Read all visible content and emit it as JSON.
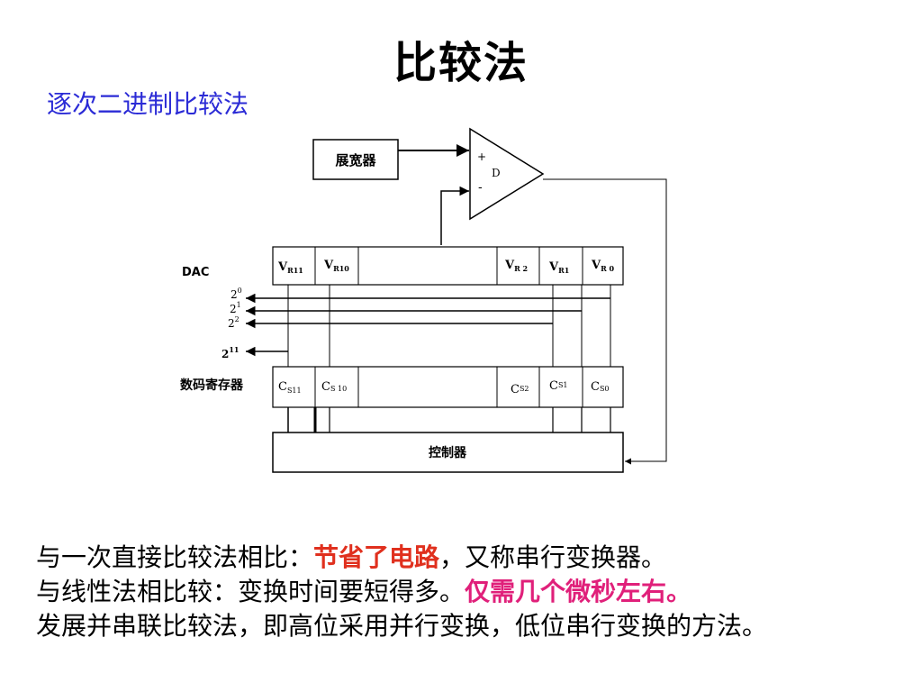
{
  "title": "比较法",
  "subtitle": "逐次二进制比较法",
  "diagram": {
    "expander_label": "展宽器",
    "comparator_label": "D",
    "plus_sign": "+",
    "minus_sign": "-",
    "dac_label": "DAC",
    "register_label": "数码寄存器",
    "controller_label": "控制器",
    "dac_cells": [
      {
        "main": "V",
        "sub": "R11"
      },
      {
        "main": "V",
        "sub": "R10"
      },
      {
        "main": "V",
        "sub": "R 2"
      },
      {
        "main": "V",
        "sub": "R1"
      },
      {
        "main": "V",
        "sub": "R 0"
      }
    ],
    "reg_cells": [
      {
        "main": "C",
        "sub": "S11"
      },
      {
        "main": "C",
        "sub": "S 10"
      },
      {
        "main": "C",
        "sub": "S2"
      },
      {
        "main": "C",
        "sub": "S1"
      },
      {
        "main": "C",
        "sub": "S0"
      }
    ],
    "powers": [
      {
        "base": "2",
        "exp": "0"
      },
      {
        "base": "2",
        "exp": "1"
      },
      {
        "base": "2",
        "exp": "2"
      },
      {
        "base": "2",
        "exp": "11"
      }
    ]
  },
  "text": {
    "line1_a": "与一次直接比较法相比：",
    "line1_hl": "节省了电路",
    "line1_b": "，又称串行变换器。",
    "line2_a": "与线性法相比较：变换时间要短得多。",
    "line2_hl": "仅需几个微秒左右。",
    "line3": "发展并串联比较法，即高位采用并行变换，低位串行变换的方法。"
  }
}
